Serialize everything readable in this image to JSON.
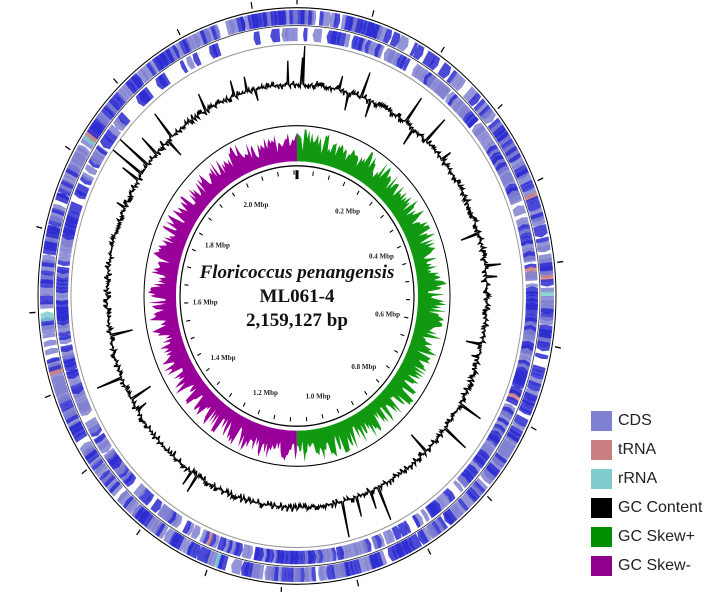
{
  "organism": {
    "name": "Floricoccus penangensis",
    "strain": "ML061-4",
    "length_label": "2,159,127 bp",
    "length_bp": 2159127
  },
  "scale_labels": [
    "0.2 Mbp",
    "0.4 Mbp",
    "0.6 Mbp",
    "0.8 Mbp",
    "1.0 Mbp",
    "1.2 Mbp",
    "1.4 Mbp",
    "1.6 Mbp",
    "1.8 Mbp",
    "2.0 Mbp"
  ],
  "scale_positions_mbp": [
    0.2,
    0.4,
    0.6,
    0.8,
    1.0,
    1.2,
    1.4,
    1.6,
    1.8,
    2.0
  ],
  "gc_skew": {
    "positive_range_mbp": [
      0,
      1.08
    ],
    "negative_range_mbp": [
      1.08,
      2.159
    ]
  },
  "legend": [
    {
      "label": "CDS",
      "color": "#8080d0"
    },
    {
      "label": "tRNA",
      "color": "#cc7f80"
    },
    {
      "label": "rRNA",
      "color": "#7fcccc"
    },
    {
      "label": "GC Content",
      "color": "#000000"
    },
    {
      "label": "GC Skew+",
      "color": "#008f00"
    },
    {
      "label": "GC Skew-",
      "color": "#8f008f"
    }
  ],
  "colors": {
    "cds": "#2a2ad0",
    "cds_light": "#8080d0",
    "trna": "#cc7f80",
    "rrna": "#7fcccc",
    "gc_content": "#000000",
    "skew_pos": "#119911",
    "skew_neg": "#990099"
  }
}
